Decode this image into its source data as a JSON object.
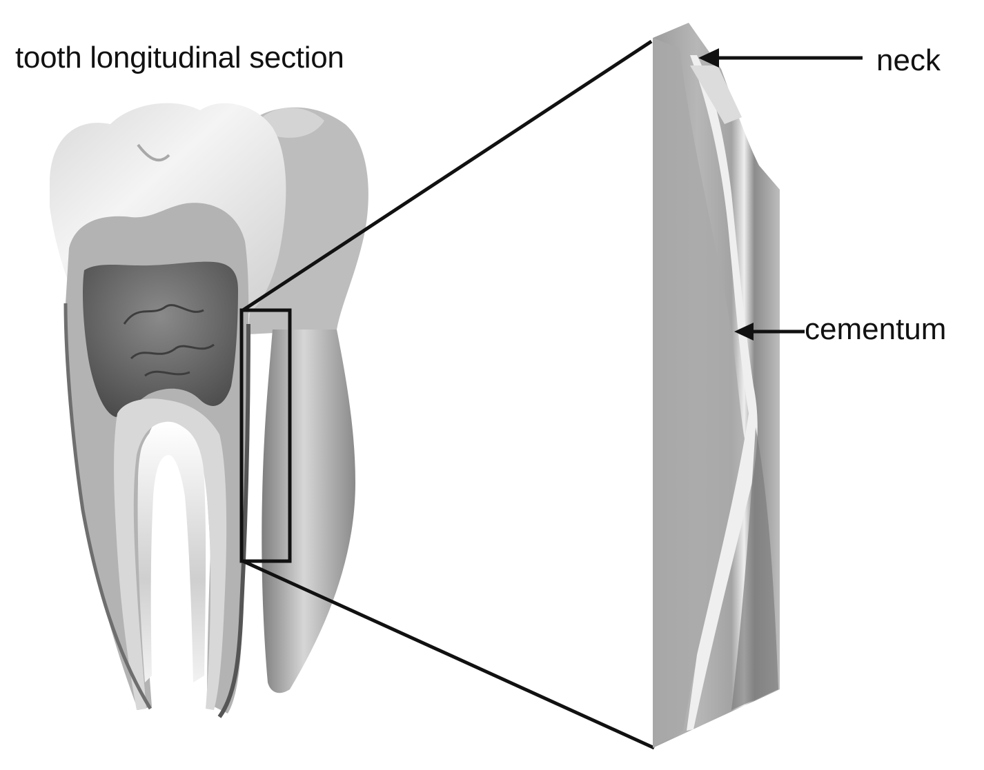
{
  "title": "tooth longitudinal section",
  "labels": {
    "neck": "neck",
    "cementum": "cementum"
  },
  "colors": {
    "outline": "#111111",
    "enamel": "#e9e9e9",
    "dentin": "#b5b5b5",
    "pulp": "#6a6a6a",
    "root": "#cfcfcf",
    "magnified": "#a8a8a8"
  }
}
